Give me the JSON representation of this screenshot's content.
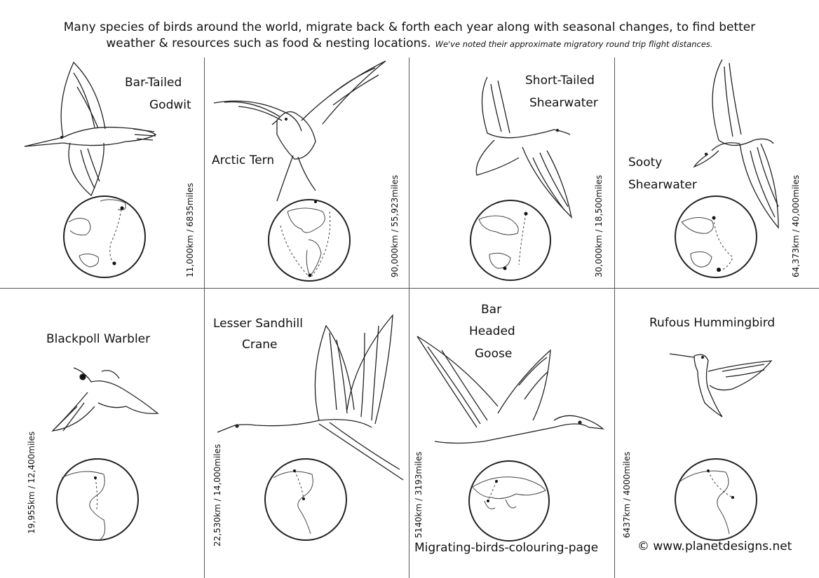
{
  "intro": {
    "line1": "Many species of birds around the world, migrate back & forth each year along with seasonal changes, to find better",
    "line2": "weather & resources such as food & nesting locations.",
    "note": "We've noted their approximate migratory round trip flight distances."
  },
  "birds": [
    {
      "name_l1": "Bar-Tailed",
      "name_l2": "Godwit",
      "distance": "11,000km / 6835miles"
    },
    {
      "name_l1": "Arctic Tern",
      "name_l2": "",
      "distance": "90,000km / 55,923miles"
    },
    {
      "name_l1": "Short-Tailed",
      "name_l2": "Shearwater",
      "distance": "30,000km / 18,500miles"
    },
    {
      "name_l1": "Sooty",
      "name_l2": "Shearwater",
      "distance": "64,373km / 40,000miles"
    },
    {
      "name_l1": "Blackpoll Warbler",
      "name_l2": "",
      "distance": "19,955km / 12,400miles"
    },
    {
      "name_l1": "Lesser Sandhill",
      "name_l2": "Crane",
      "distance": "22,530km / 14,000miles"
    },
    {
      "name_l1": "Bar",
      "name_l2": "Headed",
      "name_l3": "Goose",
      "distance": "5140km / 3193miles"
    },
    {
      "name_l1": "Rufous Hummingbird",
      "name_l2": "",
      "distance": "6437km / 4000miles"
    }
  ],
  "footer": {
    "page_name": "Migrating-birds-colouring-page",
    "copyright": "© www.planetdesigns.net"
  }
}
